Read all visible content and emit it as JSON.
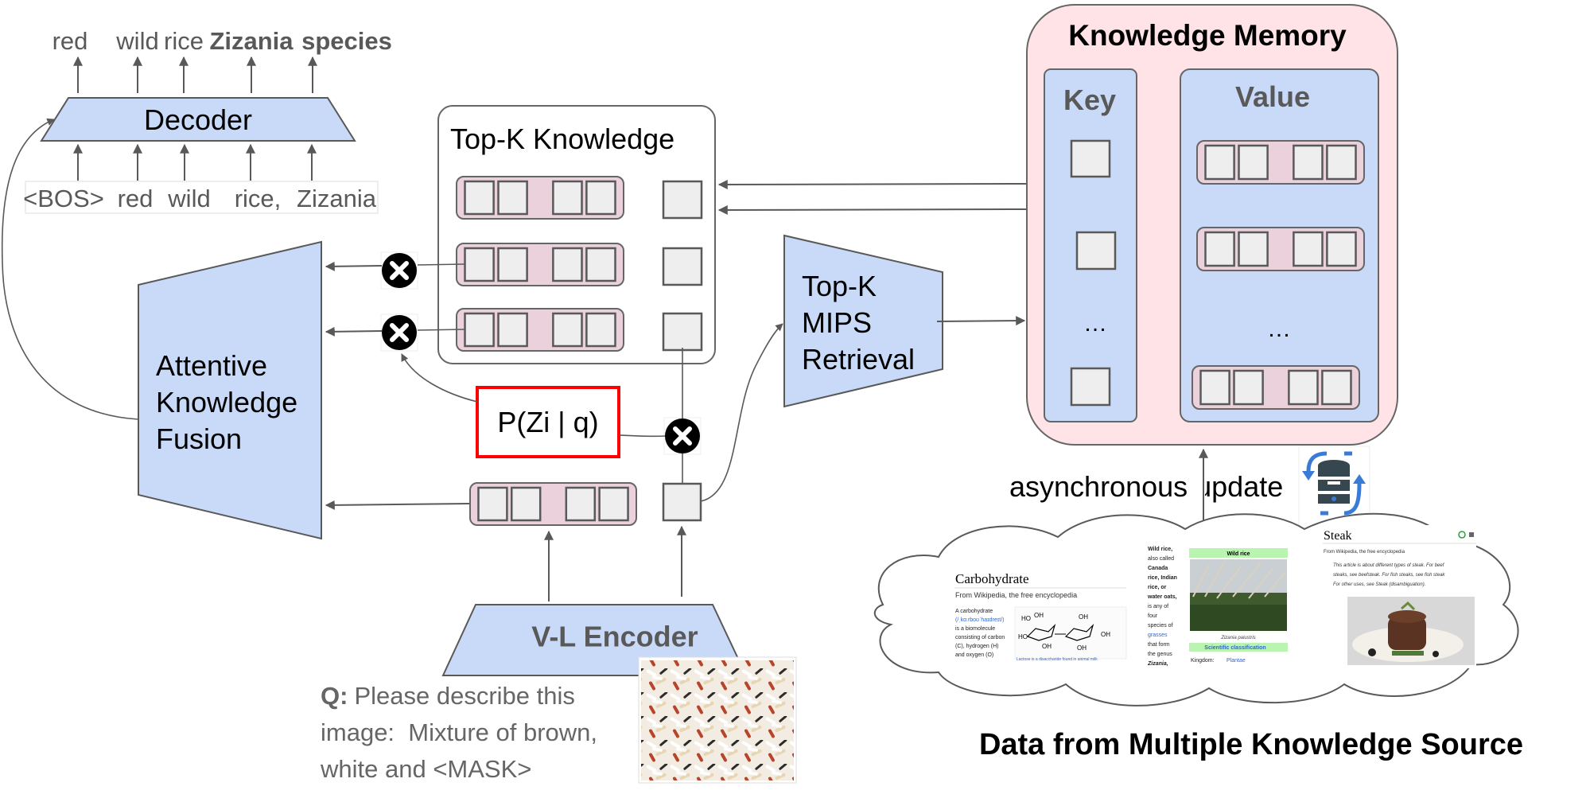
{
  "decoder": {
    "label": "Decoder",
    "outputs": [
      {
        "text": "red",
        "bold": false
      },
      {
        "text": "wild",
        "bold": false
      },
      {
        "text": "rice",
        "bold": false
      },
      {
        "text": "Zizania",
        "bold": true
      },
      {
        "text": "species",
        "bold": true
      }
    ],
    "inputs": [
      "<BOS>",
      "red",
      "wild",
      "rice,",
      "Zizania"
    ]
  },
  "fusion": {
    "lines": [
      "Attentive",
      "Knowledge",
      "Fusion"
    ]
  },
  "topk": {
    "title": "Top-K Knowledge",
    "rows": 3,
    "multiply_icon": "multiply-circle-icon"
  },
  "probability": {
    "label": "P(Zi | q)",
    "border_color": "#ff0000"
  },
  "mips": {
    "lines": [
      "Top-K",
      "MIPS",
      "Retrieval"
    ]
  },
  "memory": {
    "title": "Knowledge Memory",
    "key_label": "Key",
    "value_label": "Value",
    "ellipsis": "…",
    "fill": "#ffe3e6",
    "panel_fill": "#c9daf8"
  },
  "update": {
    "label": "asynchronous update",
    "icon": "database-sync-icon",
    "icon_color": "#3a7bd5"
  },
  "encoder": {
    "label": "V-L Encoder"
  },
  "question": {
    "prefix": "Q:",
    "line1": "Please describe this",
    "line2": "image:  Mixture of brown,",
    "line3": "white and <MASK>",
    "image": "rice-mixture-photo"
  },
  "sources": {
    "caption": "Data from Multiple Knowledge Source",
    "carbohydrate": {
      "title": "Carbohydrate",
      "subtitle": "From Wikipedia, the free encyclopedia",
      "lines": [
        "A carbohydrate",
        "(/ˌkɑːrboʊˈhaɪdreɪt/)",
        "is a biomolecule",
        "consisting of carbon",
        "(C), hydrogen (H)",
        "and oxygen (O)"
      ],
      "caption": "Lactose is a disaccharide found in animal milk"
    },
    "wildrice": {
      "lines": [
        "Wild rice,",
        "also called",
        "Canada",
        "rice, Indian",
        "rice, or",
        "water oats,",
        "is any of",
        "four",
        "species of",
        "grasses",
        "that form",
        "the genus",
        "Zizania,"
      ],
      "box_title": "Wild rice",
      "photo_caption": "Zizania palustris",
      "classification": "Scientific classification",
      "kingdom_label": "Kingdom:",
      "kingdom_value": "Plantae"
    },
    "steak": {
      "title": "Steak",
      "subtitle": "From Wikipedia, the free encyclopedia",
      "note1": "This article is about different types of steak. For beef",
      "note2": "steaks, see beefsteak. For fish steaks, see fish steak",
      "note3": "For other uses, see Steak (disambiguation)."
    }
  }
}
